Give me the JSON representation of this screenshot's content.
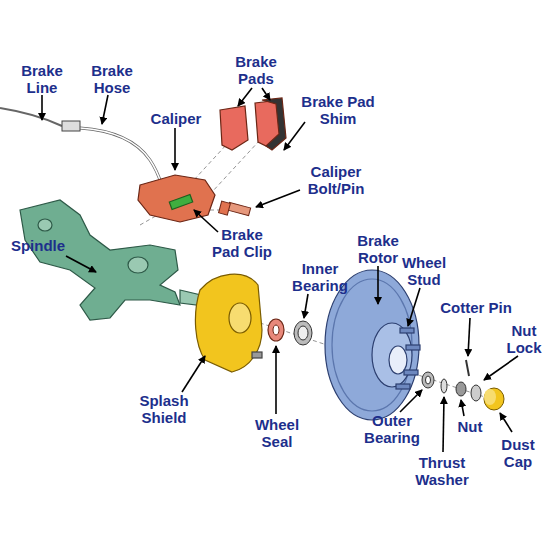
{
  "diagram": {
    "labels": [
      "Brake Line",
      "Brake Hose",
      "Brake Pads",
      "Brake Pad Shim",
      "Caliper",
      "Caliper Bolt/Pin",
      "Brake Pad Clip",
      "Spindle",
      "Brake Rotor",
      "Inner Bearing",
      "Wheel Stud",
      "Cotter Pin",
      "Nut Lock",
      "Splash Shield",
      "Wheel Seal",
      "Outer Bearing",
      "Nut",
      "Dust Cap",
      "Thrust Washer"
    ]
  }
}
